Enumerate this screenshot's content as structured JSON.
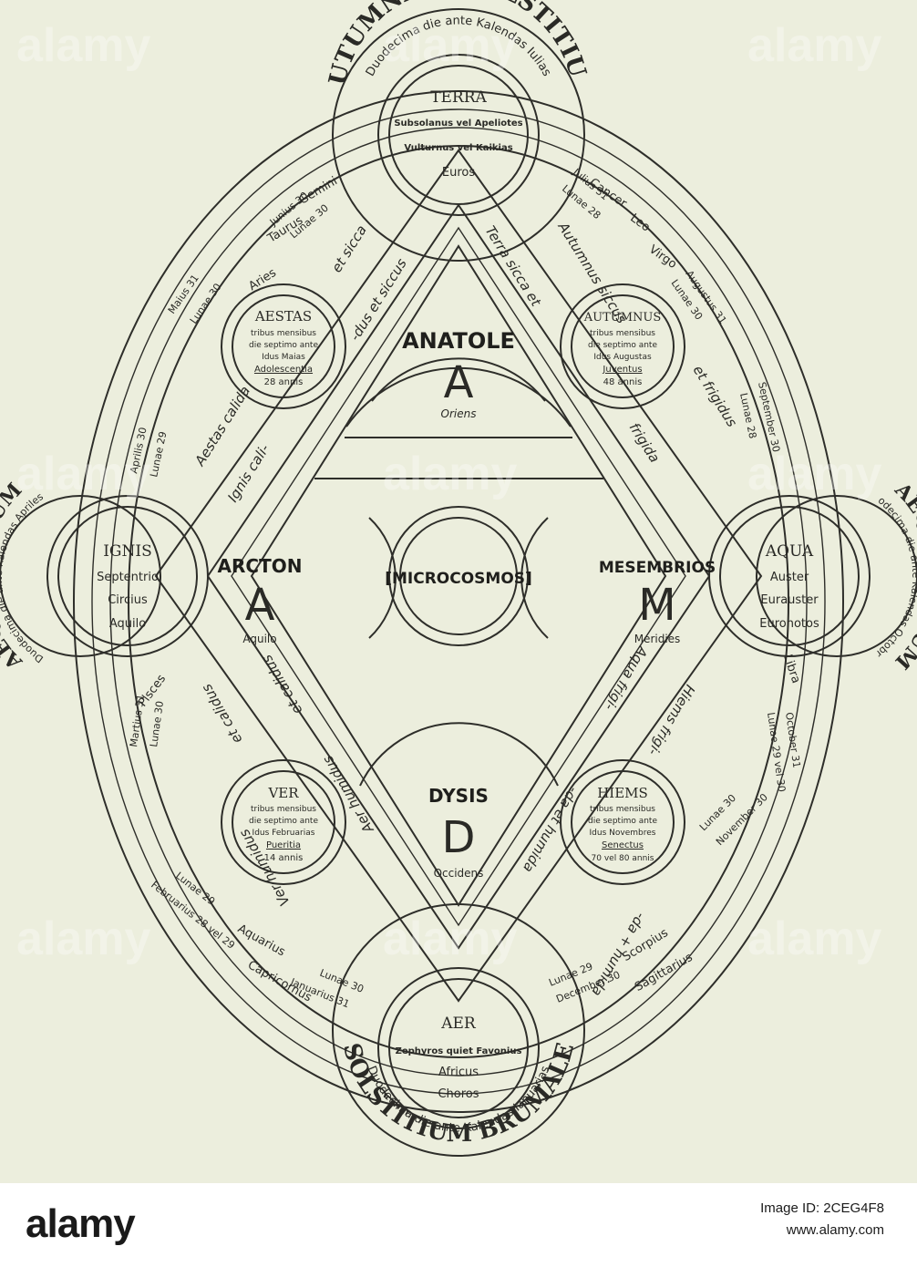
{
  "colors": {
    "paper": "#eceedd",
    "ink": "#2e2e2a",
    "footer": "#ffffff"
  },
  "arcs": {
    "top": "AUTUMNALE SOLSTITIUM",
    "top_inner": "Duodecima die ante Kalendas Iulias",
    "bottom": "SOLSTITIUM BRUMALE",
    "bottom_inner": "Duodecima die ante Kalendas Ianuarias",
    "left": "AEQUINOCTIUM",
    "left_inner": "Duodecima die ante Kalendas Apriles",
    "right": "AEQUINOCTIUM",
    "right_inner": "Duodecima die ante Kalendas Octobres"
  },
  "elements": {
    "terra": {
      "title": "TERRA",
      "l1": "Subsolanus vel Apeliotes",
      "l2": "Vulturnus vel Kaikias",
      "l3": "Euros"
    },
    "ignis": {
      "title": "IGNIS",
      "l1": "Septentrio",
      "l2": "Circius",
      "l3": "Aquilo"
    },
    "aqua": {
      "title": "AQUA",
      "l1": "Auster",
      "l2": "Eurauster",
      "l3": "Euronotos"
    },
    "aer": {
      "title": "AER",
      "l1": "Zephyros quiet Favonius",
      "l2": "Africus",
      "l3": "Choros"
    }
  },
  "seasons": {
    "aestas": {
      "title": "AESTAS",
      "l1": "tribus mensibus",
      "l2": "die septimo ante",
      "l3": "Idus Maias",
      "age": "Adolescentia",
      "years": "28 annis"
    },
    "autumnus": {
      "title": "AUTUMNUS",
      "l1": "tribus mensibus",
      "l2": "die septimo ante",
      "l3": "Idus Augustas",
      "age": "Juventus",
      "years": "48 annis"
    },
    "ver": {
      "title": "VER",
      "l1": "tribus mensibus",
      "l2": "die septimo ante",
      "l3": "Idus Februarias",
      "age": "Pueritia",
      "years": "14 annis"
    },
    "hiems": {
      "title": "HIEMS",
      "l1": "tribus mensibus",
      "l2": "die septimo ante",
      "l3": "Idus Novembres",
      "age": "Senectus",
      "years": "70 vel 80 annis"
    }
  },
  "cardinals": {
    "anatole": {
      "name": "ANATOLE",
      "letter": "A",
      "sub": "Oriens"
    },
    "arcton": {
      "name": "ARCTON",
      "letter": "A",
      "sub": "Aquilo"
    },
    "mesembrios": {
      "name": "MESEMBRIOS",
      "letter": "M",
      "sub": "Meridies"
    },
    "dysis": {
      "name": "DYSIS",
      "letter": "D",
      "sub": "Occidens"
    }
  },
  "center": "[MICROCOSMOS]",
  "zodiac": {
    "upper_left": [
      [
        "Gemini",
        "Junius 30",
        "Lunae 30"
      ],
      [
        "Taurus",
        "Maius 31",
        "Lunae 30"
      ],
      [
        "Aries",
        "Aprilis 30",
        "Lunae 29"
      ]
    ],
    "upper_right": [
      [
        "Cancer",
        "Julius 31",
        "Lunae 28"
      ],
      [
        "Leo",
        "Augustus 31",
        "Lunae 30"
      ],
      [
        "Virgo",
        "September 30",
        "Lunae 28"
      ]
    ],
    "lower_left": [
      [
        "Pisces",
        "Martius 31",
        "Lunae 30"
      ],
      [
        "Aquarius",
        "Februarius 28 vel 29",
        "Lunae 29"
      ],
      [
        "Capricornus",
        "Januarius 31",
        "Lunae 30"
      ]
    ],
    "lower_right": [
      [
        "Libra",
        "October 31",
        "Lunae 29 vel 30"
      ],
      [
        "Scorpius",
        "November 30",
        "Lunae 30"
      ],
      [
        "Sagittarius",
        "December 30",
        "Lunae 29"
      ]
    ]
  },
  "qualities": {
    "ul_band": "Aestas calida",
    "ul_band2": "et sicca",
    "ul_inner": "Ignis cali-",
    "ul_inner2": "-dus et siccus",
    "ur_band": "Autumnus siccus",
    "ur_band2": "et frigidus",
    "ur_inner": "Terra sicca et",
    "ur_inner2": "frigida",
    "ll_band": "Ver humidus",
    "ll_band2": "et calidus",
    "ll_inner": "Aer humidus",
    "ll_inner2": "et calidus",
    "lr_band": "Hiems frigi-",
    "lr_band2": "-da + humida",
    "lr_inner": "Aqua frigi-",
    "lr_inner2": "-da et humida"
  },
  "footer": {
    "brand": "alamy",
    "image_id": "Image ID: 2CEG4F8",
    "url": "www.alamy.com"
  },
  "watermark": "alamy"
}
